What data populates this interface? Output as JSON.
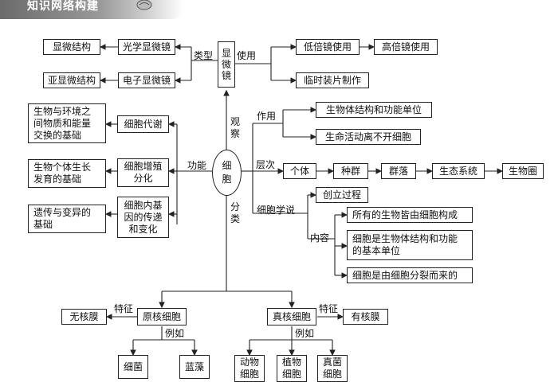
{
  "header": {
    "title": "知识网络构建"
  },
  "center": "细\n胞",
  "top": {
    "microscope": "显\n微\n镜",
    "observe": "观\n察",
    "type_label": "类型",
    "use_label": "使用",
    "light_microscope": "光学显微镜",
    "micro_structure": "显微结构",
    "electron_microscope": "电子显微镜",
    "sub_micro_structure": "亚显微结构",
    "low_power": "低倍镜使用",
    "high_power": "高倍镜使用",
    "temp_slide": "临时装片制作"
  },
  "function": {
    "label": "功能",
    "metabolism": "细胞代谢",
    "metabolism_result": "生物与环境之\n间物质和能量\n交换的基础",
    "proliferation": "细胞增殖\n分化",
    "proliferation_result": "生物个体生长\n发育的基础",
    "gene_transfer": "细胞内基\n因的传递\n和变化",
    "gene_result": "遗传与变异的\n基础"
  },
  "role": {
    "label": "作用",
    "unit": "生物体结构和功能单位",
    "life_activity": "生命活动离不开细胞"
  },
  "levels": {
    "label": "层次",
    "items": [
      "个体",
      "种群",
      "群落",
      "生态系统",
      "生物圈"
    ]
  },
  "theory": {
    "label": "细胞学说",
    "establishment": "创立过程",
    "content_label": "内容",
    "contents": [
      "所有的生物皆由细胞构成",
      "细胞是生物体结构和功能\n的基本单位",
      "细胞是由细胞分裂而来的"
    ]
  },
  "classification": {
    "label": "分\n类",
    "prokaryote": "原核细胞",
    "eukaryote": "真核细胞",
    "feature_label": "特征",
    "no_nucleus": "无核膜",
    "has_nucleus": "有核膜",
    "example_label": "例如",
    "prokaryote_examples": [
      "细菌",
      "蓝藻"
    ],
    "eukaryote_examples": [
      "动物\n细胞",
      "植物\n细胞",
      "真菌\n细胞"
    ]
  }
}
